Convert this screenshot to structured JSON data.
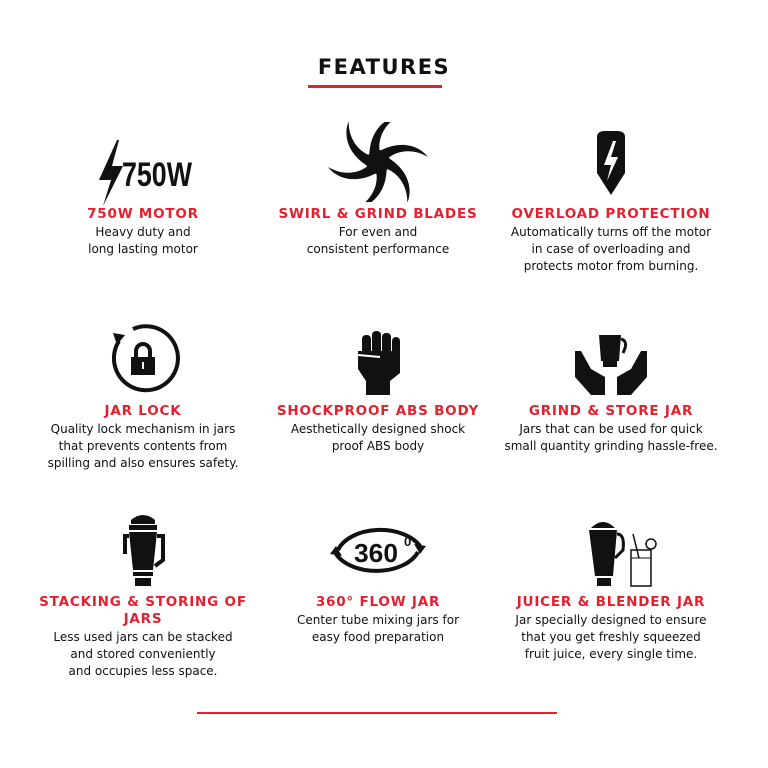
{
  "heading": "FEATURES",
  "colors": {
    "accent": "#e5202e",
    "text": "#111111"
  },
  "features": [
    {
      "icon": "lightning-750w-icon",
      "icon_text": "750W",
      "title": "750W MOTOR",
      "desc": [
        "Heavy duty and",
        "long lasting motor"
      ]
    },
    {
      "icon": "swirl-blades-icon",
      "title": "SWIRL & GRIND BLADES",
      "desc": [
        "For even and",
        "consistent performance"
      ]
    },
    {
      "icon": "shield-lightning-icon",
      "title": "OVERLOAD PROTECTION",
      "desc": [
        "Automatically turns off the motor",
        "in case of overloading and",
        "protects motor from burning."
      ]
    },
    {
      "icon": "lock-rotate-icon",
      "title": "JAR LOCK",
      "desc": [
        "Quality lock mechanism in jars",
        "that prevents contents from",
        "spilling and also ensures safety."
      ]
    },
    {
      "icon": "fist-icon",
      "title": "SHOCKPROOF ABS BODY",
      "desc": [
        "Aesthetically designed shock",
        "proof ABS body"
      ]
    },
    {
      "icon": "hands-cup-icon",
      "title": "GRIND & STORE JAR",
      "desc": [
        "Jars that can be used for quick",
        "small quantity grinding hassle-free."
      ]
    },
    {
      "icon": "stacked-jars-icon",
      "title": "STACKING & STORING OF JARS",
      "desc": [
        "Less used jars can be stacked",
        "and stored conveniently",
        "and occupies less space."
      ]
    },
    {
      "icon": "rotation-360-icon",
      "icon_text": "360",
      "icon_sup": "0",
      "title": "360° FLOW JAR",
      "desc": [
        "Center tube mixing jars for",
        "easy food preparation"
      ]
    },
    {
      "icon": "jar-and-glass-icon",
      "title": "JUICER & BLENDER JAR",
      "desc": [
        "Jar specially designed to ensure",
        "that you get freshly squeezed",
        "fruit juice, every single time."
      ]
    }
  ]
}
